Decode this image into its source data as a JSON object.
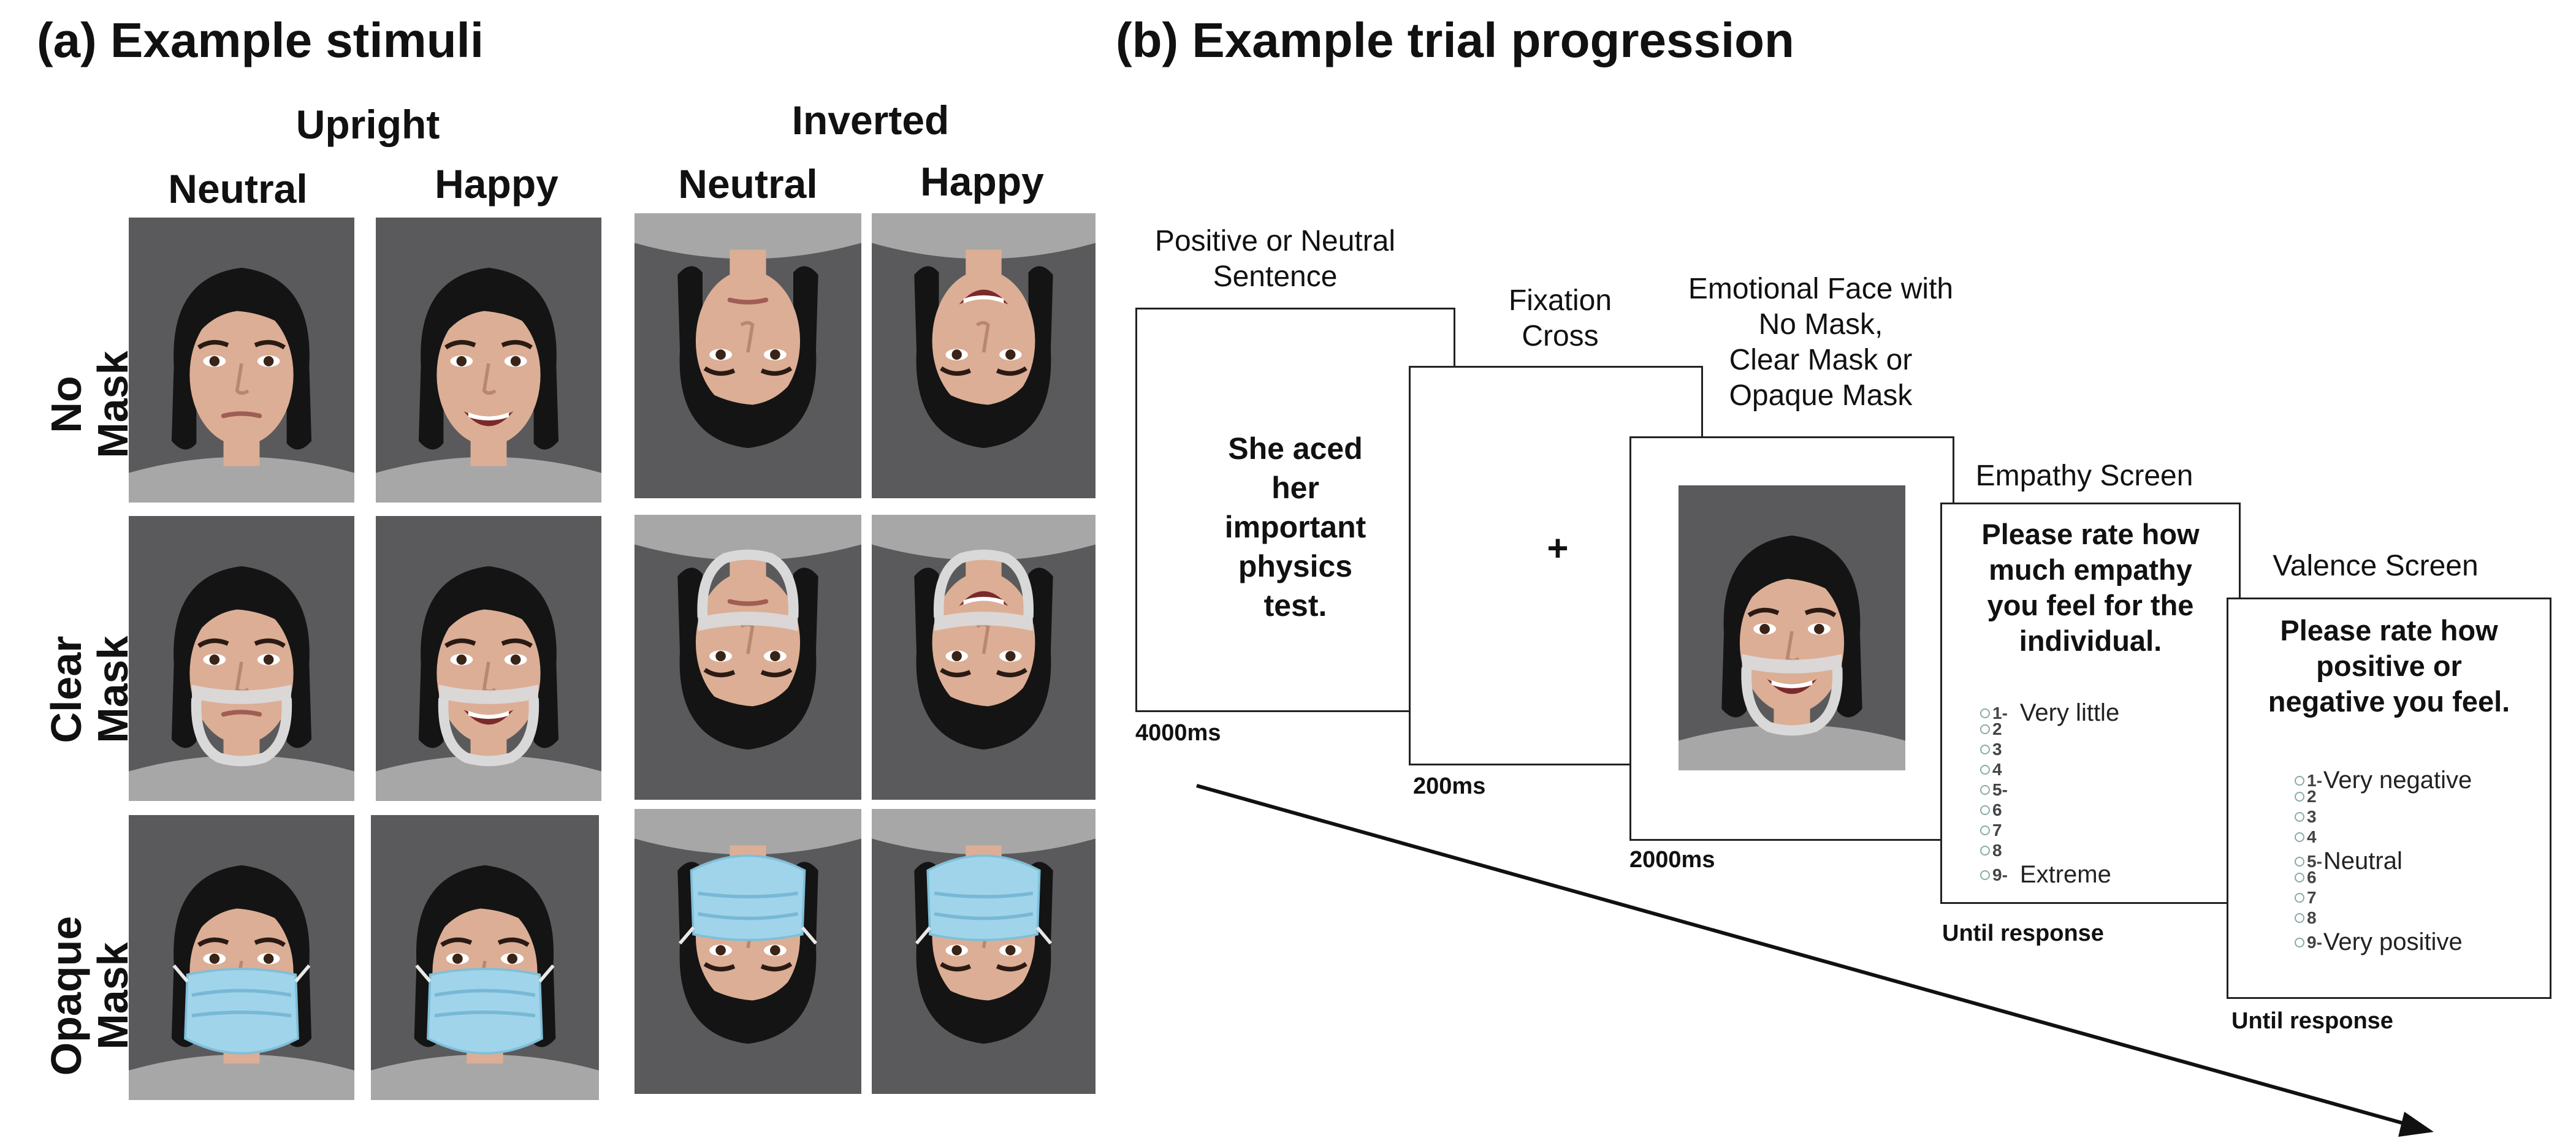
{
  "panel_a": {
    "title": "(a) Example stimuli",
    "orientations": {
      "upright": "Upright",
      "inverted": "Inverted"
    },
    "expressions": {
      "upright_neutral": "Neutral",
      "upright_happy": "Happy",
      "inverted_neutral": "Neutral",
      "inverted_happy": "Happy"
    },
    "rows": {
      "no_mask": [
        "No",
        "Mask"
      ],
      "clear_mask": [
        "Clear",
        "Mask"
      ],
      "opaque_mask": [
        "Opaque",
        "Mask"
      ]
    }
  },
  "panel_b": {
    "title": "(b) Example trial progression",
    "screen1": {
      "caption": [
        "Positive or Neutral",
        "Sentence"
      ],
      "text": [
        "She aced",
        "her",
        "important",
        "physics",
        "test."
      ],
      "duration": "4000ms"
    },
    "screen2": {
      "caption": [
        "Fixation",
        "Cross"
      ],
      "symbol": "+",
      "duration": "200ms"
    },
    "screen3": {
      "caption": [
        "Emotional Face with",
        "No Mask,",
        "Clear Mask or",
        "Opaque Mask"
      ],
      "duration": "2000ms"
    },
    "screen4": {
      "caption": "Empathy Screen",
      "prompt": [
        "Please rate how",
        "much empathy",
        "you feel for the",
        "individual."
      ],
      "scale": [
        "1-",
        "2",
        "3",
        "4",
        "5-",
        "6",
        "7",
        "8",
        "9-"
      ],
      "anchors": {
        "low": "Very little",
        "high": "Extreme"
      },
      "duration": "Until response"
    },
    "screen5": {
      "caption": "Valence Screen",
      "prompt": [
        "Please rate how",
        "positive or",
        "negative you feel."
      ],
      "scale": [
        "1-",
        "2",
        "3",
        "4",
        "5-",
        "6",
        "7",
        "8",
        "9-"
      ],
      "anchors": {
        "low": "Very negative",
        "mid": "Neutral",
        "high": "Very positive"
      },
      "duration": "Until response"
    }
  },
  "colors": {
    "background": "#5a5a5c",
    "skin": "#dcae95",
    "hair": "#141414",
    "shirt": "#a7a7a7",
    "clear_mask_band": "#d9d9d9",
    "opaque_mask": "#9fd4ea"
  }
}
